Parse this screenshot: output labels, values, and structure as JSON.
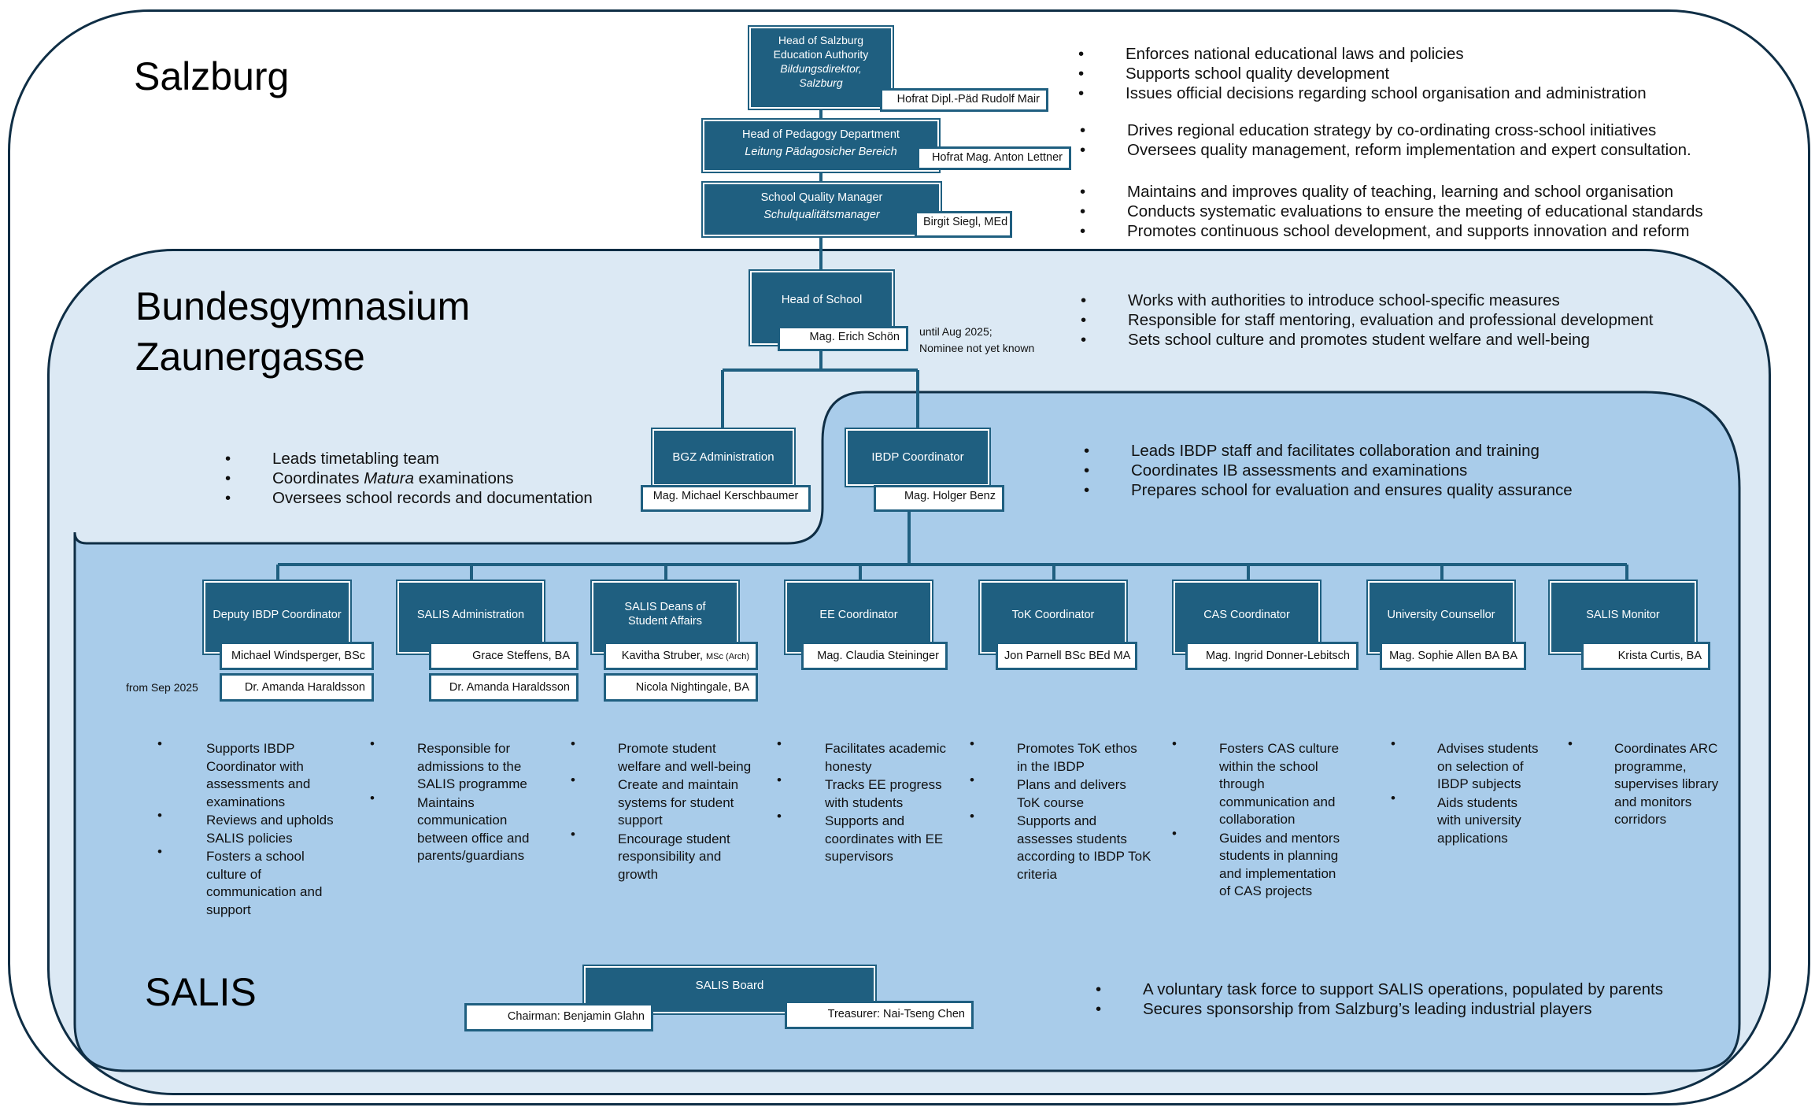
{
  "regions": {
    "salzburg": "Salzburg",
    "school_line1": "Bundesgymnasium",
    "school_line2": "Zaunergasse",
    "salis": "SALIS"
  },
  "authority": {
    "head": {
      "title": "Head of Salzburg Education Authority",
      "subtitle": "Bildungsdirektor, Salzburg",
      "name": "Hofrat Dipl.-Päd Rudolf Mair"
    },
    "pedagogy": {
      "title": "Head of Pedagogy Department",
      "subtitle": "Leitung Pädagosicher Bereich",
      "name": "Hofrat Mag. Anton Lettner"
    },
    "quality": {
      "title": "School Quality Manager",
      "subtitle": "Schulqualitätsmanager",
      "name": "Birgit Siegl, MEd"
    },
    "head_bullets": [
      "Enforces national educational laws and policies",
      "Supports school quality development",
      "Issues official decisions regarding school organisation and administration"
    ],
    "pedagogy_bullets": [
      "Drives regional education strategy by co-ordinating cross-school initiatives",
      "Oversees quality management, reform implementation and expert consultation."
    ],
    "quality_bullets": [
      "Maintains and improves quality of teaching, learning and school organisation",
      "Conducts systematic evaluations to ensure the meeting of educational standards",
      "Promotes continuous school development, and supports innovation and reform"
    ]
  },
  "school": {
    "head": {
      "title": "Head of School",
      "name": "Mag. Erich Schön",
      "note_line1": "until Aug 2025;",
      "note_line2": "Nominee not yet known"
    },
    "head_bullets": [
      "Works with authorities to introduce school-specific measures",
      "Responsible for staff mentoring, evaluation and professional development",
      "Sets school culture and promotes student welfare and well-being"
    ],
    "admin": {
      "title": "BGZ Administration",
      "name": "Mag. Michael Kerschbaumer"
    },
    "admin_bullets_1": "Leads timetabling team",
    "admin_bullets_2a": "Coordinates ",
    "admin_bullets_2b": "Matura",
    "admin_bullets_2c": " examinations",
    "admin_bullets_3": "Oversees school records and documentation",
    "ibdp": {
      "title": "IBDP Coordinator",
      "name": "Mag. Holger Benz"
    },
    "ibdp_bullets": [
      "Leads IBDP staff and facilitates collaboration and training",
      "Coordinates IB assessments and examinations",
      "Prepares school for evaluation and ensures quality assurance"
    ]
  },
  "roles": [
    {
      "title": "Deputy IBDP Coordinator",
      "names": [
        "Michael Windsperger, BSc",
        "Dr. Amanda Haraldsson"
      ],
      "duties": [
        [
          "Supports IBDP",
          "Coordinator with",
          "assessments and",
          "examinations"
        ],
        [
          "Reviews and upholds",
          "SALIS policies"
        ],
        [
          "Fosters a school",
          "culture of",
          "communication and",
          "support"
        ]
      ]
    },
    {
      "title": "SALIS Administration",
      "names": [
        "Grace Steffens, BA",
        "Dr. Amanda Haraldsson"
      ],
      "duties": [
        [
          "Responsible for",
          "admissions to the",
          "SALIS programme"
        ],
        [
          "Maintains",
          "communication",
          "between office and",
          "parents/guardians"
        ]
      ]
    },
    {
      "title": "SALIS Deans of Student Affairs",
      "names": [
        "Kavitha Struber, ",
        "Nicola Nightingale, BA"
      ],
      "name_suffix": "MSc (Arch)",
      "duties": [
        [
          "Promote student",
          "welfare and well-being"
        ],
        [
          "Create and maintain",
          "systems for student",
          "support"
        ],
        [
          "Encourage student",
          "responsibility and",
          "growth"
        ]
      ]
    },
    {
      "title": "EE Coordinator",
      "names": [
        "Mag. Claudia Steininger"
      ],
      "duties": [
        [
          "Facilitates academic",
          "honesty"
        ],
        [
          "Tracks EE progress",
          "with students"
        ],
        [
          "Supports and",
          "coordinates with EE",
          "supervisors"
        ]
      ]
    },
    {
      "title": "ToK Coordinator",
      "names": [
        "Jon Parnell BSc BEd MA"
      ],
      "duties": [
        [
          "Promotes ToK ethos",
          "in the IBDP"
        ],
        [
          "Plans and delivers",
          "ToK course"
        ],
        [
          "Supports and",
          "assesses students",
          "according to IBDP ToK",
          "criteria"
        ]
      ]
    },
    {
      "title": "CAS Coordinator",
      "names": [
        "Mag. Ingrid Donner-Lebitsch"
      ],
      "duties": [
        [
          "Fosters CAS culture",
          "within the school",
          "through",
          "communication and",
          "collaboration"
        ],
        [
          "Guides and mentors",
          "students in planning",
          "and implementation",
          "of CAS projects"
        ]
      ]
    },
    {
      "title": "University Counsellor",
      "names": [
        "Mag. Sophie Allen BA BA"
      ],
      "duties": [
        [
          "Advises students",
          "on selection of",
          "IBDP subjects"
        ],
        [
          "Aids students",
          "with university",
          "applications"
        ]
      ]
    },
    {
      "title": "SALIS Monitor",
      "names": [
        "Krista Curtis, BA"
      ],
      "duties": [
        [
          "Coordinates ARC",
          "programme,",
          "supervises library",
          "and monitors",
          "corridors"
        ]
      ]
    }
  ],
  "deputy_note": "from Sep 2025",
  "board": {
    "title": "SALIS Board",
    "chairman": "Chairman: Benjamin Glahn",
    "treasurer": "Treasurer: Nai-Tseng Chen",
    "bullets": [
      "A voluntary task force to support SALIS operations, populated by parents",
      "Secures sponsorship from Salzburg’s leading industrial players"
    ]
  },
  "colors": {
    "box": "#1f5f80",
    "school_bg": "#dce9f4",
    "salis_bg": "#a9ccea",
    "outline": "#0f2e45"
  }
}
